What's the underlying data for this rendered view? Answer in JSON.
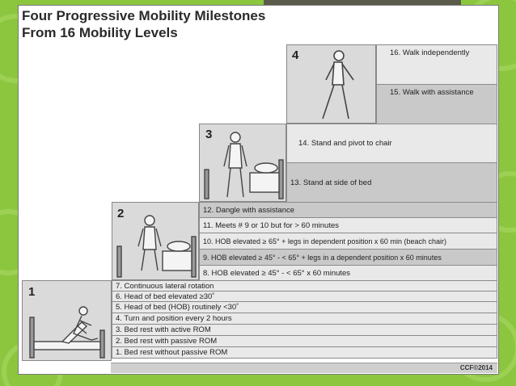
{
  "title": {
    "line1": "Four Progressive Mobility Milestones",
    "line2": "From 16 Mobility Levels"
  },
  "milestones": [
    {
      "number": "1"
    },
    {
      "number": "2"
    },
    {
      "number": "3"
    },
    {
      "number": "4"
    }
  ],
  "levels": {
    "l1": "1. Bed rest without passive ROM",
    "l2": "2. Bed rest with passive ROM",
    "l3": "3. Bed rest with active ROM",
    "l4": "4. Turn and position every 2 hours",
    "l5": "5. Head of bed (HOB) routinely <30˚",
    "l6": "6. Head of bed elevated ≥30˚",
    "l7": "7. Continuous lateral rotation",
    "l8": "8. HOB elevated ≥ 45° - < 65° x 60 minutes",
    "l9": "9. HOB elevated ≥ 45° - < 65° + legs in a dependent position x 60 minutes",
    "l10": "10. HOB elevated ≥ 65° + legs in dependent position x 60 min (beach chair)",
    "l11": "11. Meets # 9 or 10 but for > 60 minutes",
    "l12": "12. Dangle with assistance",
    "l13": "13. Stand at side of bed",
    "l14": "14. Stand and pivot to chair",
    "l15": "15. Walk with assistance",
    "l16": "16. Walk independently"
  },
  "copyright": "CCF©2014"
}
